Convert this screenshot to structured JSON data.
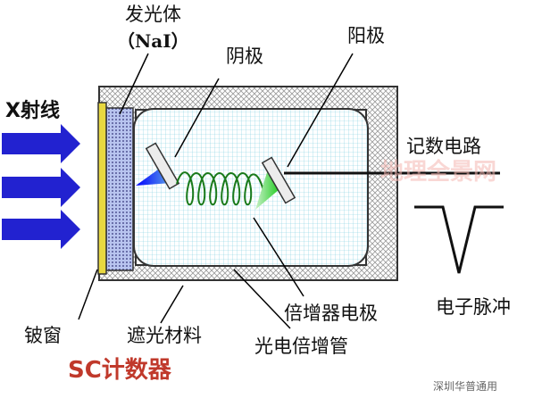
{
  "labels": {
    "xray": "X射线",
    "scintillator": "发光体",
    "scintillator_material": "（NaI）",
    "cathode": "阴极",
    "anode": "阳极",
    "counting_circuit": "记数电路",
    "beryllium_window": "铍窗",
    "shading_material": "遮光材料",
    "photomultiplier_tube": "光电倍增管",
    "multiplier_electrode": "倍增器电极",
    "electron_pulse": "电子脉冲",
    "title": "SC计数器"
  },
  "watermark": "地理全景网",
  "credit": "深圳华普通用",
  "colors": {
    "xray_arrow": "#2222d0",
    "housing_hatch": "#9a9a9a",
    "tube_grid": "#7fd0e0",
    "crystal": "#b8c4ef",
    "window": "#e8d840",
    "cathode_beam": "#1010c8",
    "anode_beam": "#22cc22",
    "dynode_coil": "#1a7a1a",
    "title": "#c0392b"
  }
}
